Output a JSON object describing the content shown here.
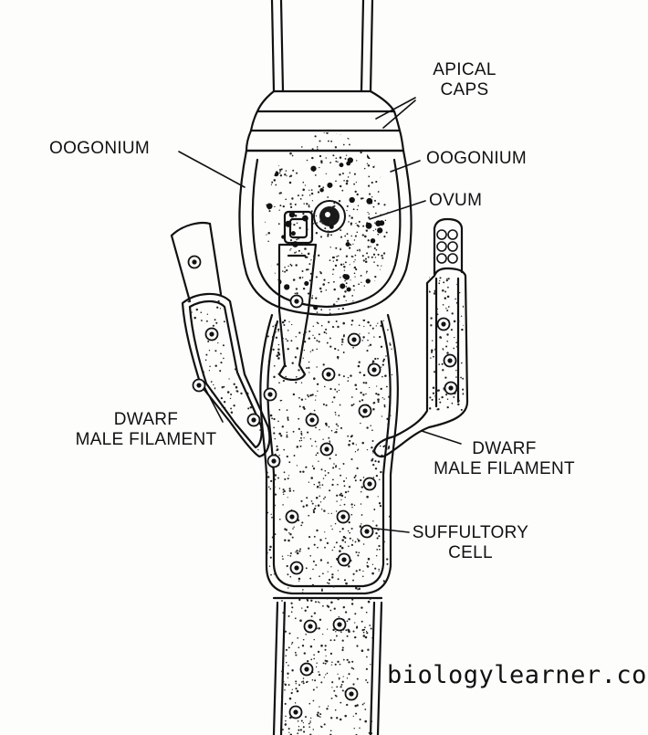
{
  "labels": {
    "apical_caps_line1": "APICAL",
    "apical_caps_line2": "CAPS",
    "oogonium_left": "OOGONIUM",
    "oogonium_right": "OOGONIUM",
    "ovum": "OVUM",
    "dwarf_left_line1": "DWARF",
    "dwarf_left_line2": "MALE FILAMENT",
    "dwarf_right_line1": "DWARF",
    "dwarf_right_line2": "MALE FILAMENT",
    "suffultory_line1": "SUFFULTORY",
    "suffultory_line2": "CELL"
  },
  "watermark": "biologylearner.com",
  "colors": {
    "ink": "#111111",
    "paper": "#fdfdfb"
  }
}
